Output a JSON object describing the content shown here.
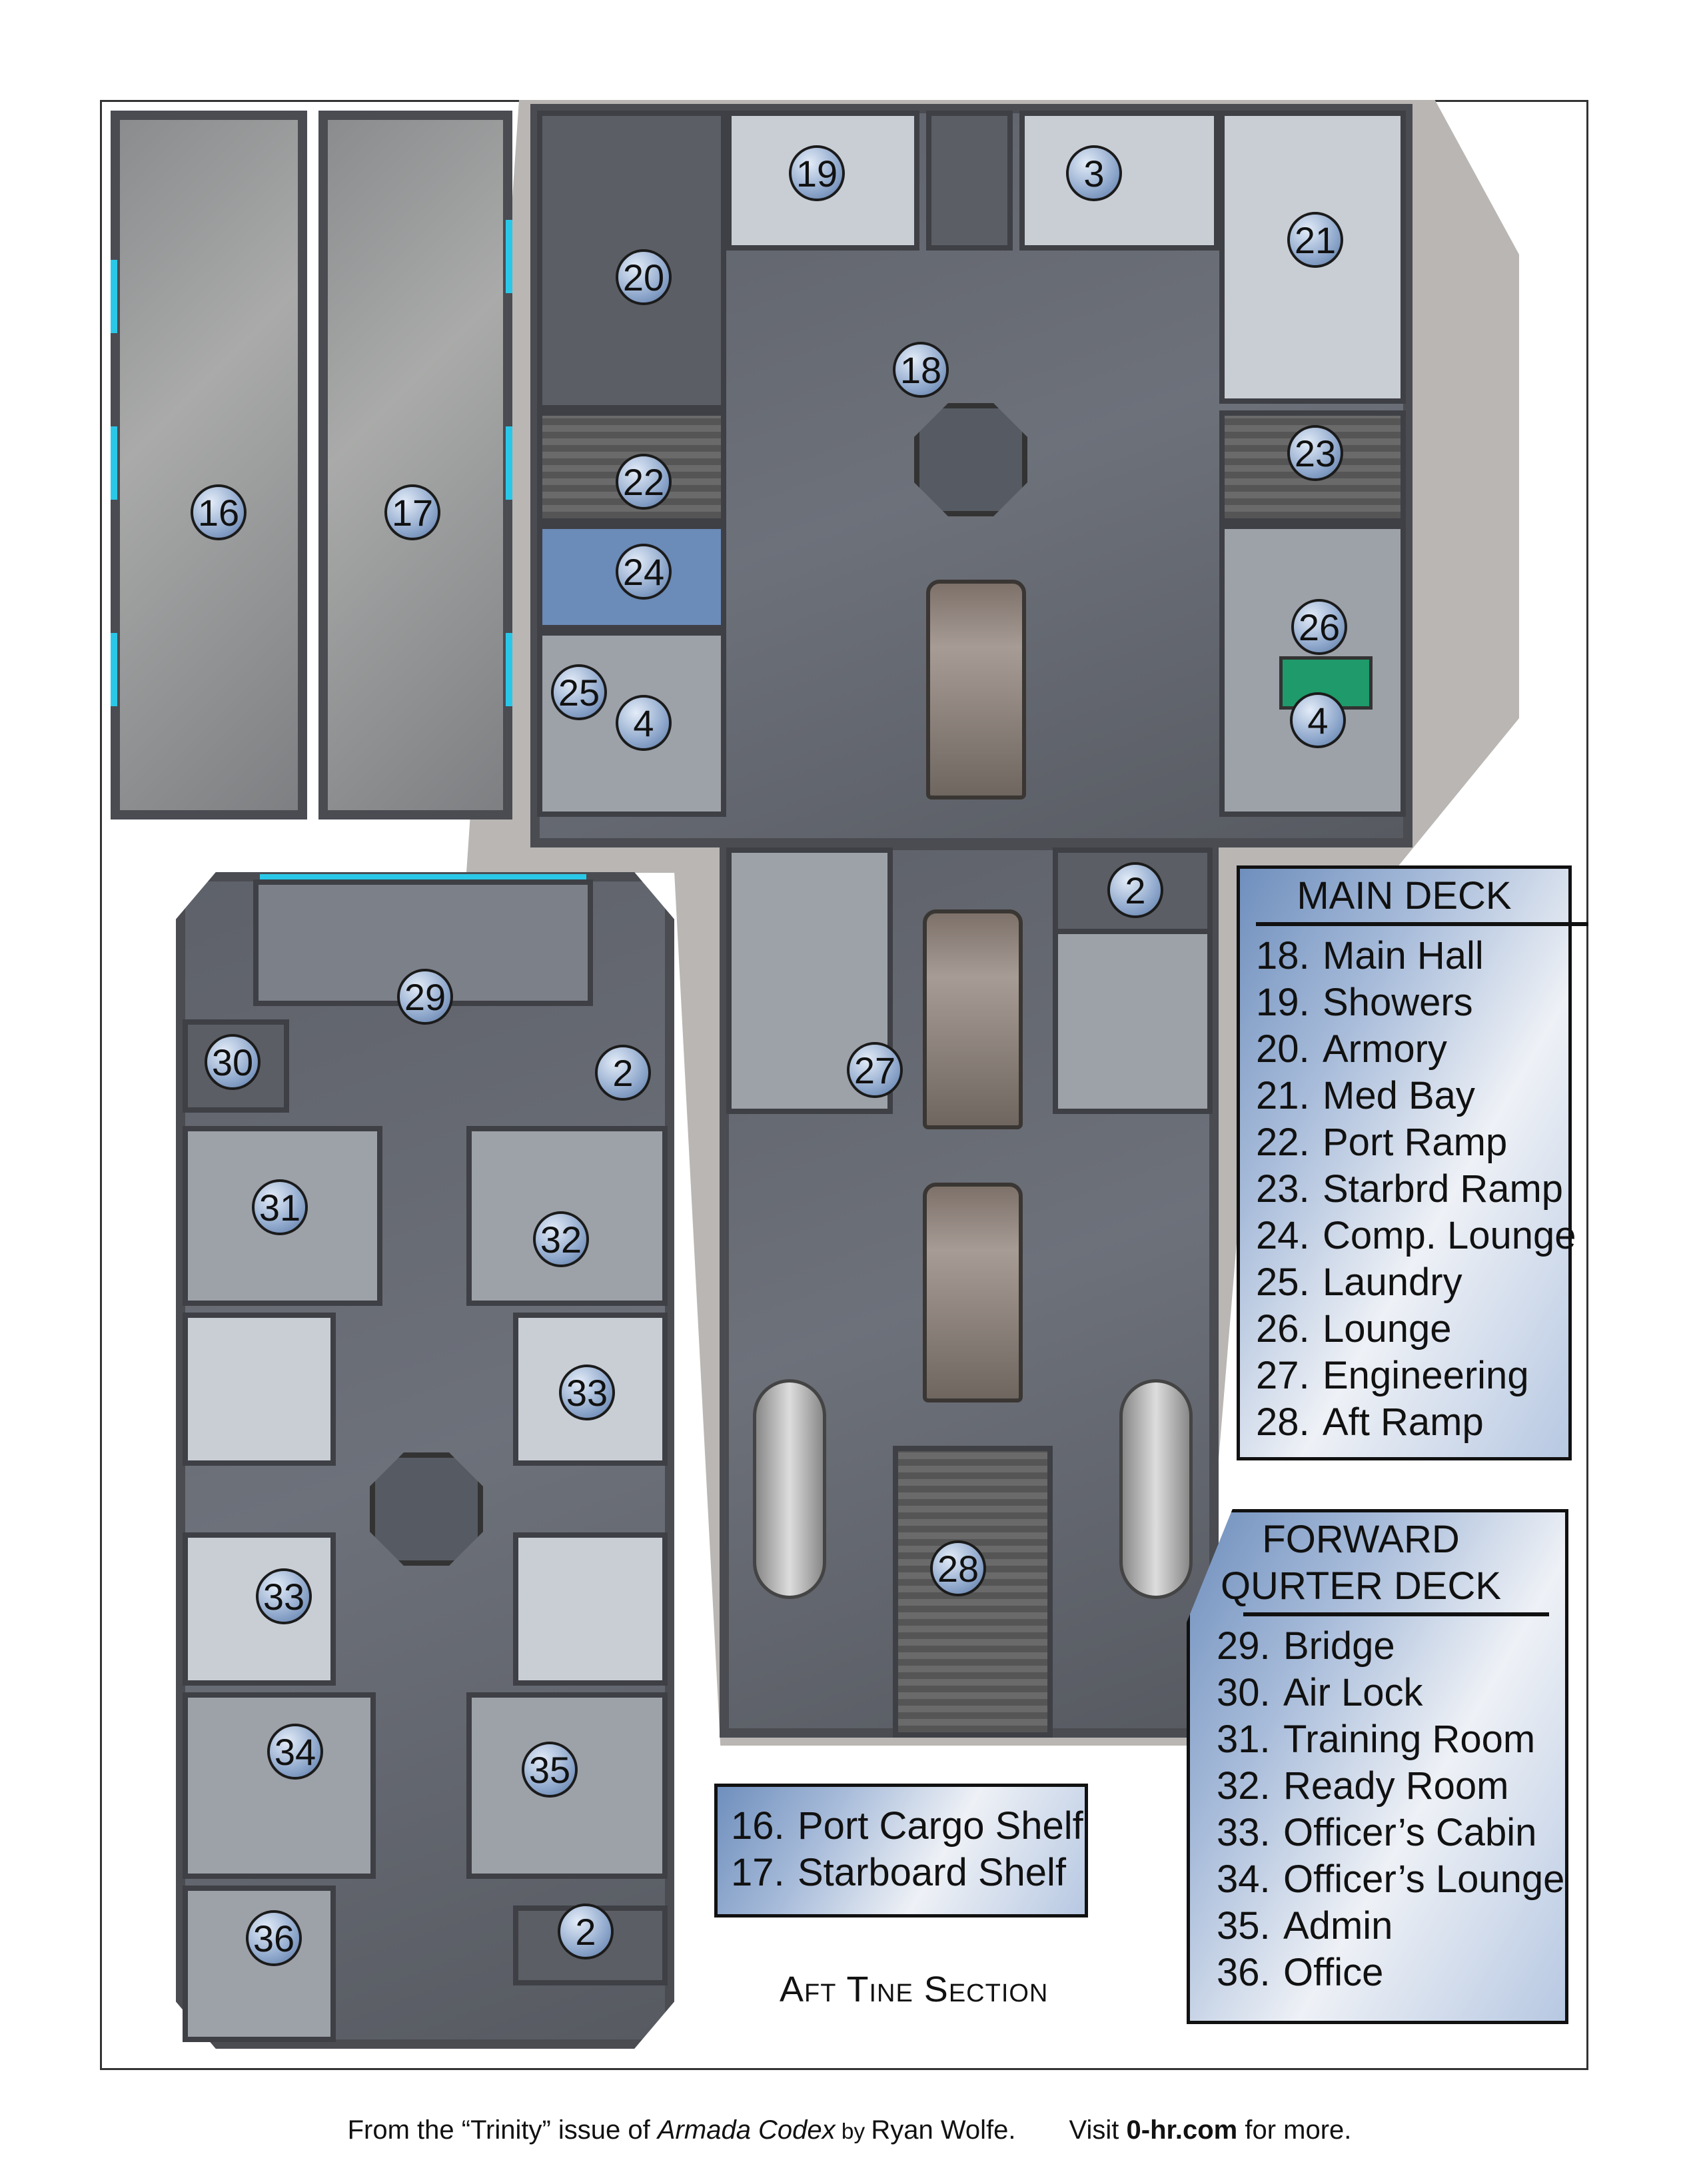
{
  "markers": {
    "m16": "16",
    "m17": "17",
    "m18": "18",
    "m19": "19",
    "m3": "3",
    "m20": "20",
    "m21": "21",
    "m22": "22",
    "m23": "23",
    "m24": "24",
    "m25": "25",
    "m26": "26",
    "m4a": "4",
    "m4b": "4",
    "m2a": "2",
    "m27": "27",
    "m28": "28",
    "m29": "29",
    "m30": "30",
    "m2b": "2",
    "m31": "31",
    "m32": "32",
    "m33a": "33",
    "m33b": "33",
    "m34": "34",
    "m35": "35",
    "m36": "36",
    "m2c": "2"
  },
  "main_deck": {
    "title": "MAIN DECK",
    "items": [
      {
        "num": "18.",
        "label": "Main Hall"
      },
      {
        "num": "19.",
        "label": "Showers"
      },
      {
        "num": "20.",
        "label": "Armory"
      },
      {
        "num": "21.",
        "label": "Med Bay"
      },
      {
        "num": "22.",
        "label": "Port Ramp"
      },
      {
        "num": "23.",
        "label": "Starbrd Ramp"
      },
      {
        "num": "24.",
        "label": "Comp. Lounge"
      },
      {
        "num": "25.",
        "label": "Laundry"
      },
      {
        "num": "26.",
        "label": "Lounge"
      },
      {
        "num": "27.",
        "label": "Engineering"
      },
      {
        "num": "28.",
        "label": "Aft Ramp"
      }
    ]
  },
  "forward_deck": {
    "title_line1": "FORWARD",
    "title_line2": "QURTER DECK",
    "items": [
      {
        "num": "29.",
        "label": "Bridge"
      },
      {
        "num": "30.",
        "label": "Air Lock"
      },
      {
        "num": "31.",
        "label": "Training Room"
      },
      {
        "num": "32.",
        "label": "Ready Room"
      },
      {
        "num": "33.",
        "label": "Officer’s Cabin"
      },
      {
        "num": "34.",
        "label": "Officer’s Lounge"
      },
      {
        "num": "35.",
        "label": "Admin"
      },
      {
        "num": "36.",
        "label": "Office"
      }
    ]
  },
  "shelves": {
    "items": [
      {
        "num": "16.",
        "label": "Port Cargo Shelf"
      },
      {
        "num": "17.",
        "label": "Starboard Shelf"
      }
    ]
  },
  "section_label": "Aft Tine Section",
  "footer": {
    "part1": "From the “Trinity” issue of ",
    "title": "Armada Codex",
    "by": " by ",
    "author": "Ryan Wolfe.",
    "visit": "Visit ",
    "site": "0-hr.com",
    "more": " for more."
  }
}
